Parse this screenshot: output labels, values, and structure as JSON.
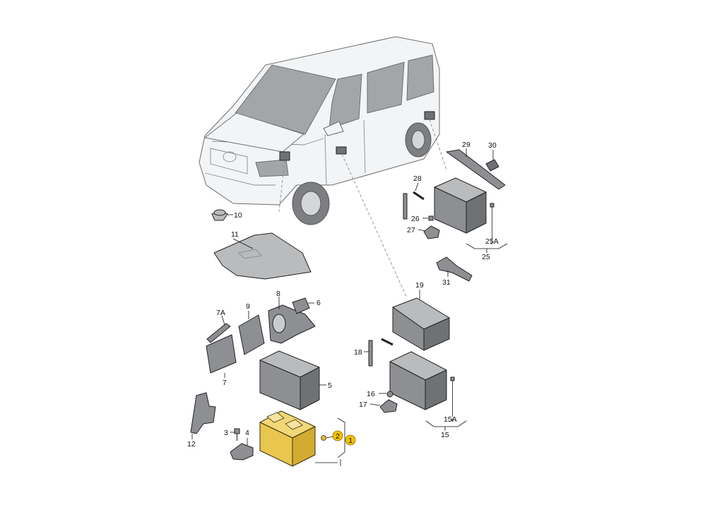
{
  "labels": {
    "l10": "10",
    "l11": "11",
    "l8": "8",
    "l6": "6",
    "l7A": "7A",
    "l9": "9",
    "l7": "7",
    "l5": "5",
    "l12": "12",
    "l3": "3",
    "l4": "4",
    "l2": "2",
    "l1": "1",
    "l28": "28",
    "l29": "29",
    "l30": "30",
    "l26": "26",
    "l27": "27",
    "l25A": "25A",
    "l25": "25",
    "l31": "31",
    "l19": "19",
    "l18": "18",
    "l16": "16",
    "l17": "17",
    "l15A": "15A",
    "l15": "15"
  },
  "colors": {
    "highlight": "#f2c200",
    "part": "#8d8f92",
    "battery_selected": "#e9c64d"
  },
  "selected_part": "1"
}
